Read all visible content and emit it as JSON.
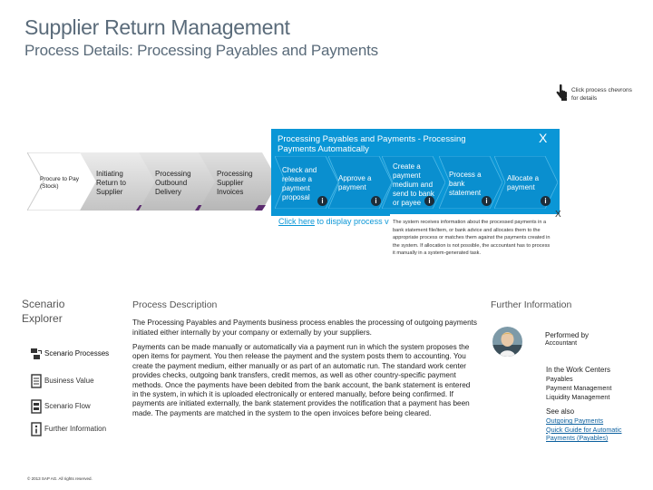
{
  "header": {
    "title": "Supplier Return Management",
    "subtitle": "Process Details: Processing Payables and Payments"
  },
  "hint": {
    "text": "Click process chevrons for details"
  },
  "chain": {
    "items": [
      {
        "label": "Procure to Pay (Stock)",
        "color": "#ffffff"
      },
      {
        "label": "Initiating Return to Supplier",
        "color": "#d0d0d0"
      },
      {
        "label": "Processing Outbound Delivery",
        "color": "#c8c8c8"
      },
      {
        "label": "Processing Supplier Invoices",
        "color": "#c0c0c0"
      }
    ],
    "accent": "#5b2b6e"
  },
  "detail": {
    "heading": "Processing Payables and Payments - Processing Payments Automatically",
    "close": "X",
    "color": "#0a96d6",
    "steps": [
      {
        "label": "Check and release a payment proposal",
        "info": "i"
      },
      {
        "label": "Approve a payment",
        "info": "i"
      },
      {
        "label": "Create a payment medium and send to bank or payee",
        "info": "i"
      },
      {
        "label": "Process a bank statement",
        "info": "i"
      },
      {
        "label": "Allocate a payment",
        "info": "i"
      }
    ],
    "click_link": "Click here",
    "click_rest": "to display process v"
  },
  "popup": {
    "close": "X",
    "text": "The system receives information about the processed payments in a bank statement file/item, or bank advice and allocates them to the appropriate process or matches them against the payments created in the system. If allocation is not possible, the accountant has to process it manually in a system-generated task."
  },
  "explorer": {
    "title": "Scenario Explorer",
    "items": [
      {
        "label": "Scenario Processes",
        "icon": "processes-icon",
        "active": true
      },
      {
        "label": "Business Value",
        "icon": "document-icon",
        "active": false
      },
      {
        "label": "Scenario Flow",
        "icon": "flow-icon",
        "active": false
      },
      {
        "label": "Further Information",
        "icon": "info-icon",
        "active": false
      }
    ],
    "copyright": "© 2013 SAP AG. All rights reserved."
  },
  "description": {
    "title": "Process Description",
    "intro": "The Processing Payables and Payments business process enables the processing of outgoing payments initiated either internally by your company or externally by your suppliers.",
    "body": "Payments can be made manually or automatically via a payment run in which the system proposes the open items for payment. You then release the payment and the system posts them to accounting. You create the payment medium, either manually or as part of an automatic run. The standard work center provides checks, outgoing bank transfers, credit memos, as well as other country-specific payment methods. Once the payments have been debited from the bank account, the bank statement is entered in the system, in which it is uploaded electronically or entered manually, before being confirmed. If payments are initiated externally, the bank statement provides the notification that a payment has been made. The payments are matched in the system to the open invoices before being cleared."
  },
  "further": {
    "title": "Further Information",
    "performed_label": "Performed by",
    "performed_role": "Accountant",
    "wc_label": "In the Work Centers",
    "wc_items": [
      "Payables",
      "Payment Management",
      "Liquidity Management"
    ],
    "see_label": "See also",
    "see_items": [
      "Outgoing Payments",
      "Quick Guide for Automatic Payments (Payables)"
    ]
  }
}
